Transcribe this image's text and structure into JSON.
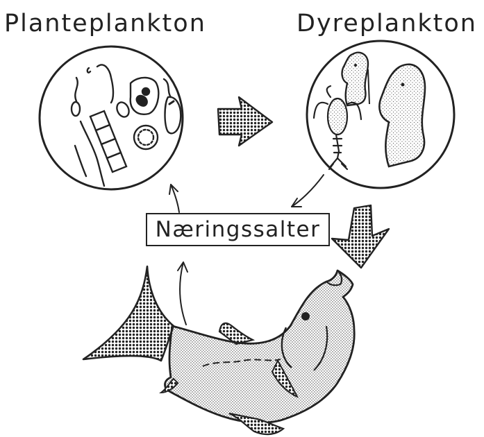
{
  "diagram": {
    "phytoplankton_label": "Planteplankton",
    "zooplankton_label": "Dyreplankton",
    "nutrients_label": "Næringssalter"
  },
  "colors": {
    "ink": "#222222",
    "background": "#ffffff",
    "stipple": "#333333"
  },
  "icons": {
    "phytoplankton": "phytoplankton-cells-drawing",
    "zooplankton": "zooplankton-drawing",
    "fish": "fish-drawing",
    "flow_arrows": "dotted-block-arrow"
  }
}
